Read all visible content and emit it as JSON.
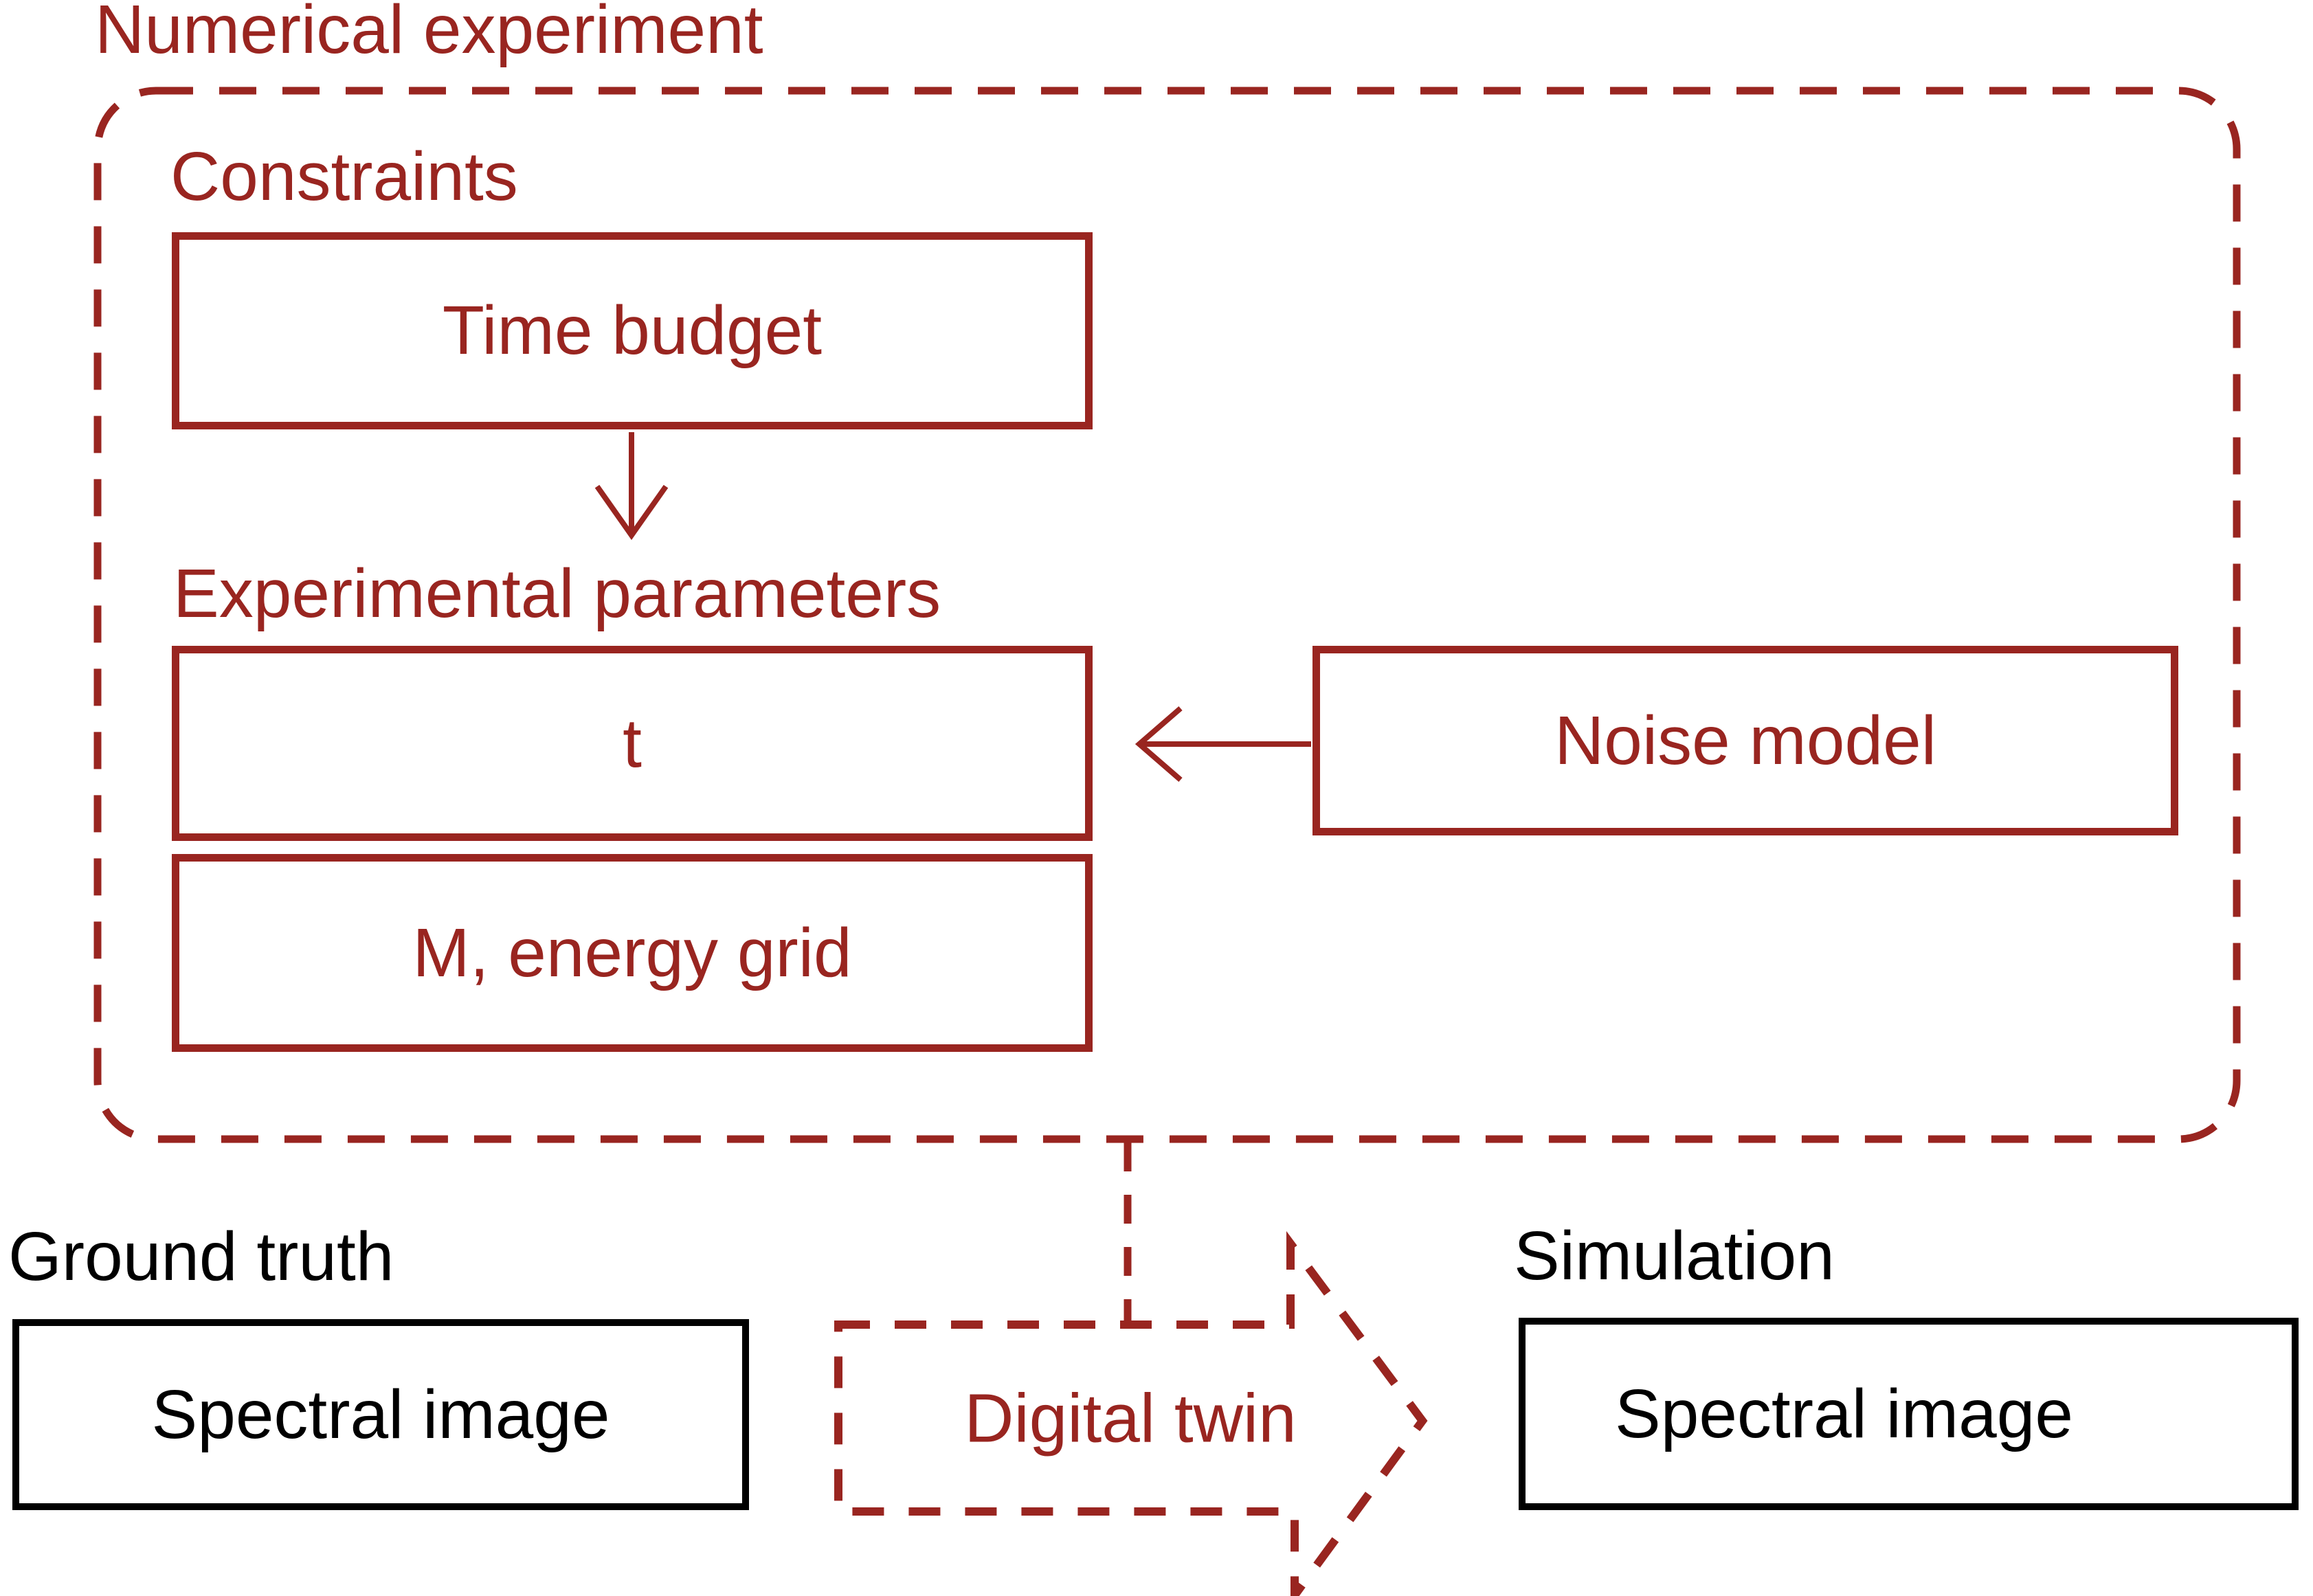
{
  "colors": {
    "accent": "#992520",
    "ink": "#000000",
    "background": "#ffffff"
  },
  "experiment": {
    "title": "Numerical experiment",
    "constraints_label": "Constraints",
    "time_budget_box_label": "Time budget",
    "parameters_label": "Experimental parameters",
    "t_box_label": "t",
    "m_box_label": "M, energy grid",
    "noise_box_label": "Noise model"
  },
  "ground_truth": {
    "label": "Ground truth",
    "box_label": "Spectral image"
  },
  "simulation": {
    "label": "Simulation",
    "box_label": "Spectral image"
  },
  "digital_twin": {
    "label": "Digital twin"
  }
}
